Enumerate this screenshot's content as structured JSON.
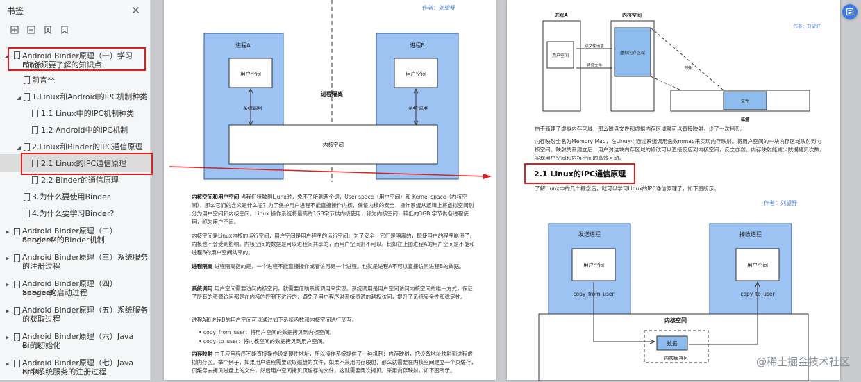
{
  "sidebar": {
    "title": "书签",
    "close_icon": "close-icon",
    "tools": [
      "expand-all-icon",
      "collapse-all-icon",
      "bookmark-add-icon",
      "bookmark-icon"
    ],
    "items": [
      {
        "label": "Android Binder原理（一）学习Binde",
        "label2": "r前必须要了解的知识点"
      },
      {
        "label": "前言**"
      },
      {
        "label": "1.Linux和Android的IPC机制种类"
      },
      {
        "label": "1.1 Linux中的IPC机制种类"
      },
      {
        "label": "1.2 Android中的IPC机制"
      },
      {
        "label": "2.Linux和Binder的IPC通信原理"
      },
      {
        "label": "2.1 Linux的IPC通信原理"
      },
      {
        "label": "2.2 Binder的通信原理"
      },
      {
        "label": "3.为什么要使用Binder"
      },
      {
        "label": "4.为什么要学习Binder?"
      },
      {
        "label": "Android Binder原理（二）ServiceM",
        "label2": "anager中的Binder机制"
      },
      {
        "label": "Android Binder原理（三）系统服务",
        "label2": "的注册过程"
      },
      {
        "label": "Android Binder原理（四）ServiceM",
        "label2": "anager的启动过程"
      },
      {
        "label": "Android Binder原理（五）系统服务",
        "label2": "的获取过程"
      },
      {
        "label": "Android Binder原理（六）Java Bind",
        "label2": "er的初始化"
      },
      {
        "label": "Android Binder原理（七）Java Bind",
        "label2": "er中系统服务的注册过程"
      }
    ]
  },
  "page1": {
    "author": "作者：刘望舒",
    "diagram": {
      "process_a": "进程A",
      "process_b": "进程B",
      "user_space": "用户空间",
      "syscall": "系统调用",
      "isolation": "进程隔离",
      "kernel_space": "内核空间"
    },
    "paragraphs": [
      {
        "bold": "内核空间和用户空间",
        "text": " 当我们接触到Liunx时，免不了听到两个词，User space（用户空间）和 Kernel space（内核空间），那么它们的含义是什么呢？为了保护用户进程不能直接操作内核，保证内核的安全，操作系统从逻辑上将虚拟空间划分为用户空间和内核空间。Linux 操作系统将最高的1GB字节供内核使用，称为内核空间，较低的3GB 字节供各进程使用，称为用户空间。"
      },
      {
        "bold": "",
        "text": "内核空间是Linux内核的运行空间，用户空间是用户程序的运行空间。为了安全，它们是隔离的，即使用户的程序崩溃了，内核也不会受到影响。内核空间的数据是可以进程间共享的，而用户空间则不可以。比如在上图进程A的用户空间是不能和进程B的用户空间共享的。"
      },
      {
        "bold": "进程隔离",
        "text": " 进程隔离指的是，一个进程不能直接操作或者访问另一个进程。也就是进程A不可以直接访问进程B的数据。"
      },
      {
        "bold": "系统调用",
        "text": " 用户空间需要访问内核空间，就需要借助系统调用来实现。系统调用是用户空间访问内核空间的唯一方式，保证了所有的资源访问都是在内核的控制下进行的，避免了用户程序对系统资源的越权访问，提升了系统安全性和稳定性。"
      },
      {
        "bold": "",
        "text": "进程A和进程B的用户空间可以通过如下系统函数和内核空间进行交互。"
      }
    ],
    "bullets": [
      "copy_from_user：将用户空间的数据拷贝到内核空间。",
      "copy_to_user：将内核空间的数据拷贝到用户空间。"
    ],
    "last": {
      "bold": "内存映射",
      "text": " 由于应用程序不能直接操作设备硬件地址，所以操作系统提供了一种机制：内存映射，把设备地址映射到进程虚拟内存区。举个例子，如果用户进程需要读取磁盘的文件，如果不采用内存映射，那么就需要在内核空间建立一个页缓存，页缓存去拷贝磁盘上的文件，然后用户空间拷贝页缓存的文件，这就需要两次拷贝。采用内存映射，如下图所示。"
    }
  },
  "page2": {
    "top_diagram": {
      "process_a": "进程A",
      "kernel_space": "内核空间",
      "author": "作者：刘望舒",
      "user_space": "用户空间",
      "read_request": "读文件请求",
      "copy_file": "拷贝文件",
      "virtual_region": "虚拟内存区域",
      "mapping": "映射",
      "file": "文件",
      "disk": "磁盘"
    },
    "para1": "由于新建了虚拟内存区域，那么磁盘文件和虚拟内存区域就可以直接映射，少了一次拷贝。",
    "para2": "内存映射全名为Memory Map，在Linux中通过系统调用函数mmap来实现内存映射。将用户空间的一块内存区域映射到内核空间。映射关系建立后，用户对这块内存区域的修改可以直接反应到内核空间，反之亦然。内存映射能减少数据拷贝次数，实现用户空间和内核空间的高效互动。",
    "heading": "2.1 Linux的IPC通信原理",
    "para3": "了解Liunx中的几个概念后，就可以学习Linux的IPC通信原理了，如下图所示。",
    "author2": "作者：刘望舒",
    "ipc_diagram": {
      "sender": "发送进程",
      "receiver": "接收进程",
      "user_space": "用户空间",
      "copy_from_user": "copy_from_user",
      "copy_to_user": "copy_to_user",
      "kernel_space": "内核空间",
      "data": "数据",
      "kernel_buffer": "内核缓存区"
    }
  },
  "watermark": "@稀土掘金技术社区"
}
